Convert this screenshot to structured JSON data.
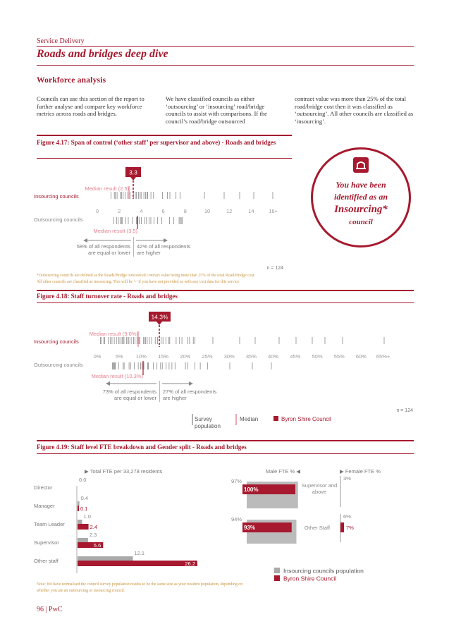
{
  "header": {
    "section": "Service Delivery",
    "title": "Roads and bridges deep dive",
    "subtitle": "Workforce analysis"
  },
  "intro": {
    "col1": "Councils can use this section of the report to further analyse and compare key workforce metrics across roads and bridges.",
    "col2": "We have classified councils as either ‘outsourcing’ or ‘insourcing’ road/bridge councils to assist with comparisons. If the council’s road/bridge outsourced",
    "col3": "contract value was more than 25% of the total road/bridge cost then it was classified as ‘outsourcing’. All other councils are classified as ‘insourcing’."
  },
  "badge": {
    "icon": "bridge-icon",
    "line1": "You have been",
    "line2": "identified as an",
    "line3": "Insourcing*",
    "line4": "council"
  },
  "fig417": {
    "title": "Figure 4.17: Span of control (‘other staff’ per supervisor and above) - Roads and bridges",
    "council_value": "3.3",
    "insourcing_label": "Insourcing councils",
    "outsourcing_label": "Outsourcing councils",
    "median_in": "Median result (2.5)",
    "median_out": "Median result (3.5)",
    "ticks": [
      "0",
      "2",
      "4",
      "6",
      "8",
      "10",
      "12",
      "14",
      "16+"
    ],
    "lower": "58% of all respondents are equal or lower",
    "higher": "42% of all respondents are higher",
    "n": "n = 124",
    "note1": "*Outsourcing councils are defined as the Roads/Bridge outsourced contract value being more than 25% of the total Road/Bridge cost.",
    "note2": "All other councils are classified as insourcing. This will be ‘-’ if you have not provided us with any cost data for this service"
  },
  "fig418": {
    "title": "Figure 4.18: Staff turnover rate - Roads and bridges",
    "council_value": "14.3%",
    "insourcing_label": "Insourcing councils",
    "outsourcing_label": "Outsourcing councils",
    "median_in": "Median result (9.0%)",
    "median_out": "Median result (10.3%)",
    "ticks": [
      "0%",
      "5%",
      "10%",
      "15%",
      "20%",
      "25%",
      "30%",
      "35%",
      "40%",
      "45%",
      "50%",
      "55%",
      "60%",
      "65%+"
    ],
    "lower": "73% of all respondents are equal or lower",
    "higher": "27% of all respondents are higher",
    "n": "n = 124",
    "legend": {
      "survey": "Survey population",
      "median": "Median",
      "council": "Byron Shire Council"
    }
  },
  "fig419": {
    "title": "Figure 4.19: Staff level FTE breakdown and Gender split - Roads and bridges",
    "total_fte_label": "▶ Total FTE per 33,278 residents",
    "male_label": "Male FTE % ◀",
    "female_label": "▶ Female FTE %",
    "levels": [
      {
        "label": "Director",
        "population": "0.0",
        "council": ""
      },
      {
        "label": "Manager",
        "population": "0.4",
        "council": "0.1"
      },
      {
        "label": "Team Leader",
        "population": "1.0",
        "council": "2.4"
      },
      {
        "label": "Supervisor",
        "population": "2.3",
        "council": "5.6"
      },
      {
        "label": "Other staff",
        "population": "12.1",
        "council": "26.2"
      }
    ],
    "gender": [
      {
        "label": "Supervisor and above",
        "male_pop": "97%",
        "male_council": "100%",
        "female_pop": "3%",
        "female_council": ""
      },
      {
        "label": "Other Staff",
        "male_pop": "94%",
        "male_council": "93%",
        "female_pop": "6%",
        "female_council": "7%"
      }
    ],
    "legend": {
      "population": "Insourcing councils population",
      "council": "Byron Shire Council"
    },
    "note": "Note: We have normalised the council survey population results to be the same size as your resident population, depending on whether you are an outsourcing or insourcing council."
  },
  "footer": "96 | PwC",
  "chart_data": [
    {
      "type": "scatter",
      "title": "Figure 4.17: Span of control (‘other staff’ per supervisor and above) - Roads and bridges",
      "xlim": [
        0,
        16
      ],
      "series": [
        {
          "name": "Insourcing councils",
          "median": 2.5
        },
        {
          "name": "Outsourcing councils",
          "median": 3.5
        }
      ],
      "council_value": 3.3
    },
    {
      "type": "scatter",
      "title": "Figure 4.18: Staff turnover rate - Roads and bridges",
      "xlim": [
        0,
        65
      ],
      "series": [
        {
          "name": "Insourcing councils",
          "median": 9.0
        },
        {
          "name": "Outsourcing councils",
          "median": 10.3
        }
      ],
      "council_value": 14.3
    },
    {
      "type": "bar",
      "title": "Figure 4.19: Staff level FTE breakdown and Gender split - Roads and bridges",
      "categories": [
        "Director",
        "Manager",
        "Team Leader",
        "Supervisor",
        "Other staff"
      ],
      "series": [
        {
          "name": "Insourcing councils population",
          "values": [
            0.0,
            0.4,
            1.0,
            2.3,
            12.1
          ]
        },
        {
          "name": "Byron Shire Council",
          "values": [
            0,
            0.1,
            2.4,
            5.6,
            26.2
          ]
        }
      ],
      "xlim": [
        0,
        30
      ]
    }
  ]
}
